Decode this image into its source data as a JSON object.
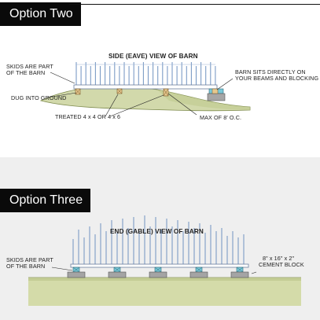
{
  "option_two": {
    "tab_label": "Option Two",
    "title": "SIDE (EAVE) VIEW OF BARN",
    "labels": {
      "skids_line1": "SKIDS ARE PART",
      "skids_line2": "OF THE BARN",
      "dug": "DUG INTO GROUND",
      "treated": "TREATED 4 x 4 OR 4 x 6",
      "sits_line1": "BARN SITS DIRECTLY ON",
      "sits_line2": "YOUR BEAMS AND BLOCKING",
      "max": "MAX OF 8' O.C."
    }
  },
  "option_three": {
    "tab_label": "Option Three",
    "title": "END (GABLE) VIEW OF BARN",
    "labels": {
      "skids_line1": "SKIDS ARE PART",
      "skids_line2": "OF THE BARN",
      "block_line1": "8\" x 16\" x 2\"",
      "block_line2": "CEMENT BLOCK"
    }
  },
  "colors": {
    "tab_bg": "#0a0a0a",
    "tab_text": "#ffffff",
    "ground_green": "#cfd6a4",
    "ground_edge": "#7d8a4c",
    "stud_blue": "#7c9cc6",
    "beam_tan": "#c8a46a",
    "block_gray": "#9a9a9a",
    "blocking_cyan": "#79c8d8",
    "panel_gray": "#efefef"
  }
}
